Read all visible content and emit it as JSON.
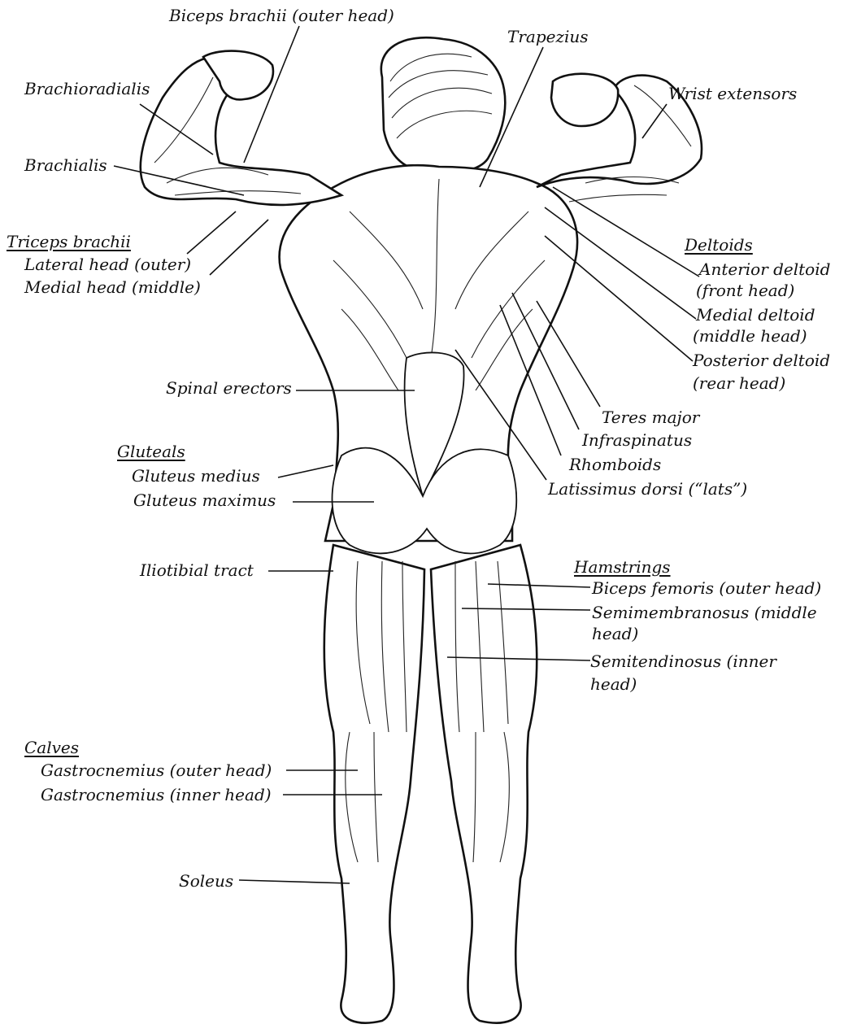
{
  "labels": {
    "biceps_outer": "Biceps brachii (outer head)",
    "trapezius": "Trapezius",
    "brachioradialis": "Brachioradialis",
    "wrist_extensors": "Wrist extensors",
    "brachialis": "Brachialis",
    "triceps_heading": "Triceps brachii",
    "triceps_lateral": "Lateral head (outer)",
    "triceps_medial": "Medial head (middle)",
    "deltoids_heading": "Deltoids",
    "anterior_deltoid_1": "Anterior deltoid",
    "anterior_deltoid_2": "(front  head)",
    "medial_deltoid_1": "Medial deltoid",
    "medial_deltoid_2": "(middle head)",
    "posterior_deltoid_1": "Posterior deltoid",
    "posterior_deltoid_2": "(rear head)",
    "spinal_erectors": "Spinal erectors",
    "teres_major": "Teres major",
    "infraspinatus": "Infraspinatus",
    "gluteals_heading": "Gluteals",
    "gluteus_medius": "Gluteus medius",
    "rhomboids": "Rhomboids",
    "gluteus_maximus": "Gluteus maximus",
    "latissimus": "Latissimus dorsi (“lats”)",
    "iliotibial": "Iliotibial tract",
    "hamstrings_heading": "Hamstrings",
    "biceps_femoris": "Biceps femoris (outer head)",
    "semimembranosus_1": "Semimembranosus (middle",
    "semimembranosus_2": "head)",
    "semitendinosus_1": "Semitendinosus (inner",
    "semitendinosus_2": "head)",
    "calves_heading": "Calves",
    "gastroc_outer": "Gastrocnemius (outer head)",
    "gastroc_inner": "Gastrocnemius (inner head)",
    "soleus": "Soleus"
  }
}
